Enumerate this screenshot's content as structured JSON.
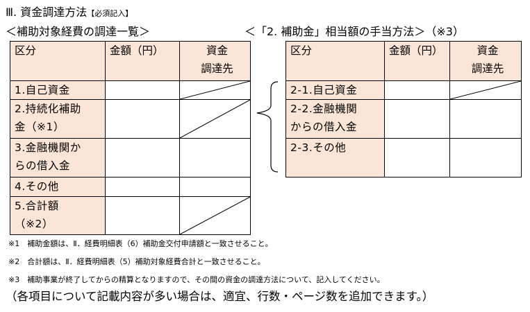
{
  "section_heading": "Ⅲ. 資金調達方法",
  "section_required": "【必須記入】",
  "left_title": "＜補助対象経費の調達一覧＞",
  "right_title": "＜「2. 補助金」相当額の手当方法＞（※3）",
  "left_table": {
    "headers": [
      "区分",
      "金額（円）",
      "資金",
      "調達先"
    ],
    "rows": [
      {
        "line1": "1.自己資金",
        "line2": ""
      },
      {
        "line1": "2.持続化補助",
        "line2": "金（※1）"
      },
      {
        "line1": "3.金融機関か",
        "line2": "らの借入金"
      },
      {
        "line1": "4.その他",
        "line2": ""
      },
      {
        "line1": "5.合計額",
        "line2": "（※2）"
      }
    ]
  },
  "right_table": {
    "headers": [
      "区分",
      "金額（円）",
      "資金",
      "調達先"
    ],
    "rows": [
      {
        "line1": "2-1.自己資金",
        "line2": ""
      },
      {
        "line1": "2-2.金融機関",
        "line2": "からの借入金"
      },
      {
        "line1": "2-3.その他",
        "line2": ""
      }
    ]
  },
  "notes": [
    "※1　補助金額は、Ⅱ．経費明細表（6）補助金交付申請額と一致させること。",
    "※2　合計額は、Ⅱ．経費明細表（5）補助対象経費合計と一致させること。",
    "※3　補助事業が終了してからの精算となりますので、その間の資金の調達方法について、記入してください。"
  ],
  "footer": "（各項目について記載内容が多い場合は、適宜、行数・ページ数を追加できます。）",
  "colors": {
    "header_bg": "#fbe5d6",
    "border": "#000000"
  }
}
